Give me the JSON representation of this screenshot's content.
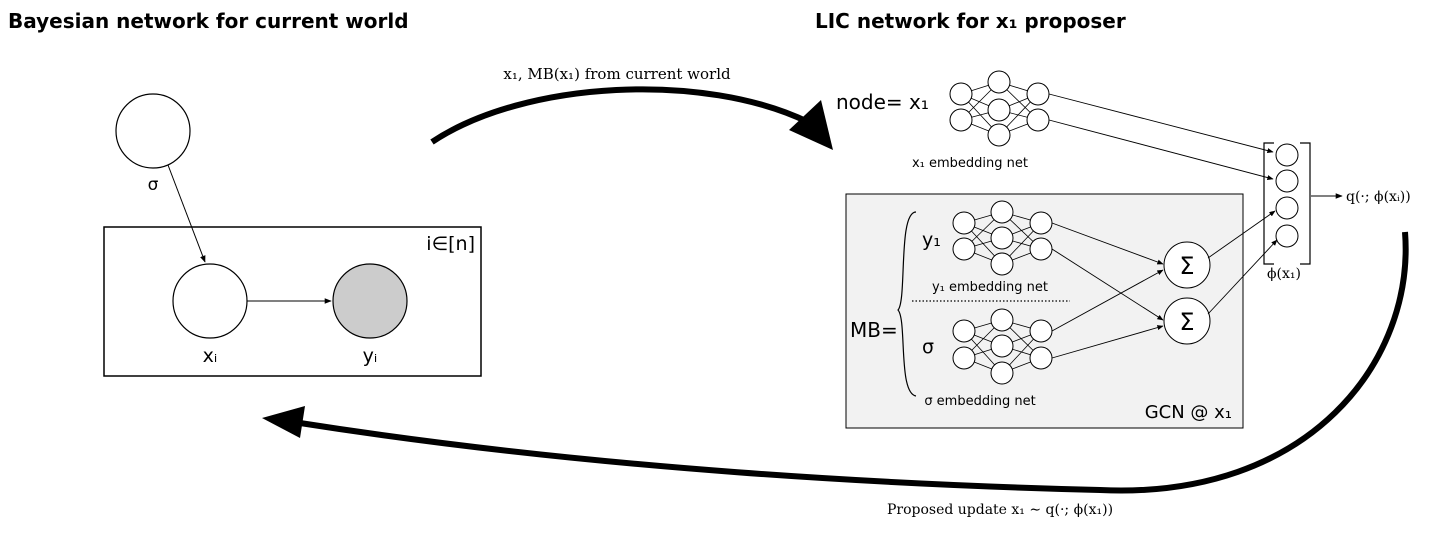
{
  "titles": {
    "left": "Bayesian network for current world",
    "right": "LIC network for x₁ proposer"
  },
  "bayes_net": {
    "sigma": "σ",
    "plate": "i∈[n]",
    "x_node": "xᵢ",
    "y_node": "yᵢ"
  },
  "arrows": {
    "top": "x₁, MB(x₁) from current world",
    "bottom": "Proposed update x₁ ∼ q(·; ϕ(x₁))"
  },
  "lic": {
    "node_label": "node= x₁",
    "x1_embedding": "x₁ embedding net",
    "mb_label": "MB=",
    "y1_label": "y₁",
    "y1_embedding": "y₁ embedding net",
    "sigma_label": "σ",
    "sigma_embedding": "σ embedding net",
    "sum1": "Σ",
    "sum2": "Σ",
    "gcn_label": "GCN @ x₁",
    "phi_label": "ϕ(x₁)",
    "output_label": "q(·; ϕ(xᵢ))"
  },
  "colors": {
    "observed_fill": "#cccccc",
    "gcn_fill": "#f2f2f2"
  }
}
